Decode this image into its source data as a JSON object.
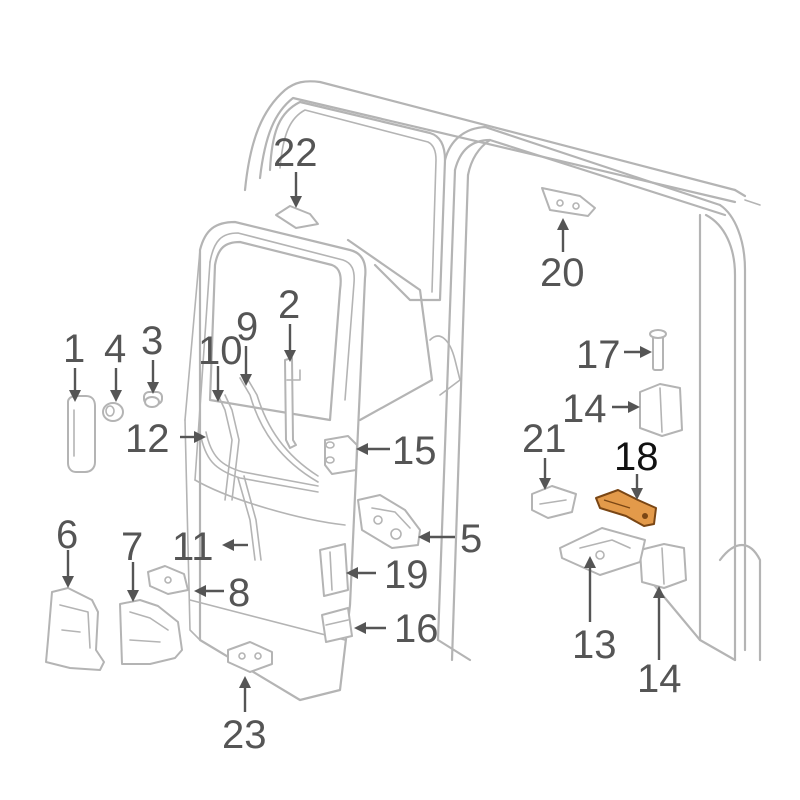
{
  "callouts": {
    "c1": "1",
    "c2": "2",
    "c3": "3",
    "c4": "4",
    "c5": "5",
    "c6": "6",
    "c7": "7",
    "c8": "8",
    "c9": "9",
    "c10": "10",
    "c11": "11",
    "c12": "12",
    "c13": "13",
    "c14a": "14",
    "c14b": "14",
    "c15": "15",
    "c16": "16",
    "c17": "17",
    "c18": "18",
    "c19": "19",
    "c20": "20",
    "c21": "21",
    "c22": "22",
    "c23": "23"
  },
  "highlight": {
    "part": "18",
    "color": "#e39a4a"
  },
  "colors": {
    "lines": "#b4b4b4",
    "labels": "#555555"
  }
}
